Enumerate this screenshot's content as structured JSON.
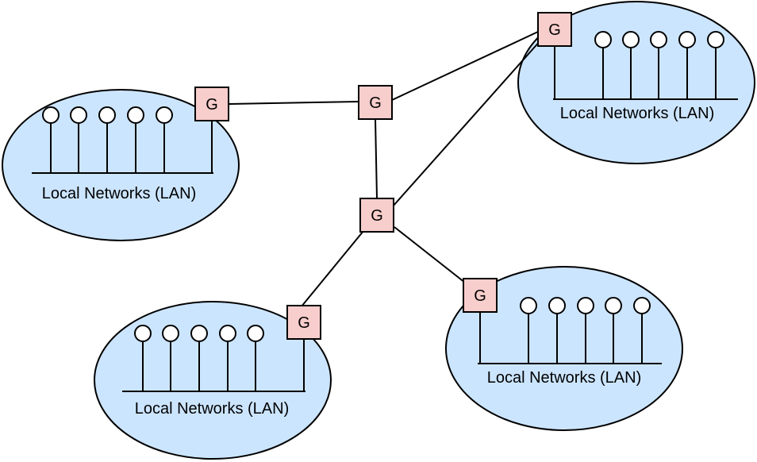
{
  "colors": {
    "lan_fill": "#cce5ff",
    "gateway_fill": "#f8cecc",
    "stroke": "#000000",
    "node_fill": "#ffffff"
  },
  "gateway_label": "G",
  "lans": [
    {
      "id": "lan-left",
      "label": "Local Networks (LAN)",
      "node_count": 5
    },
    {
      "id": "lan-top-right",
      "label": "Local Networks (LAN)",
      "node_count": 5
    },
    {
      "id": "lan-bottom-left",
      "label": "Local Networks (LAN)",
      "node_count": 5
    },
    {
      "id": "lan-bottom-right",
      "label": "Local Networks (LAN)",
      "node_count": 5
    }
  ],
  "gateways": [
    {
      "id": "gw-lan-left"
    },
    {
      "id": "gw-lan-top-right"
    },
    {
      "id": "gw-core-top"
    },
    {
      "id": "gw-core-center"
    },
    {
      "id": "gw-lan-bottom-left"
    },
    {
      "id": "gw-lan-bottom-right"
    }
  ],
  "links": [
    {
      "from": "gw-lan-left",
      "to": "gw-core-top"
    },
    {
      "from": "gw-core-top",
      "to": "gw-lan-top-right"
    },
    {
      "from": "gw-core-top",
      "to": "gw-core-center"
    },
    {
      "from": "gw-core-center",
      "to": "gw-lan-top-right"
    },
    {
      "from": "gw-core-center",
      "to": "gw-lan-bottom-left"
    },
    {
      "from": "gw-core-center",
      "to": "gw-lan-bottom-right"
    }
  ]
}
